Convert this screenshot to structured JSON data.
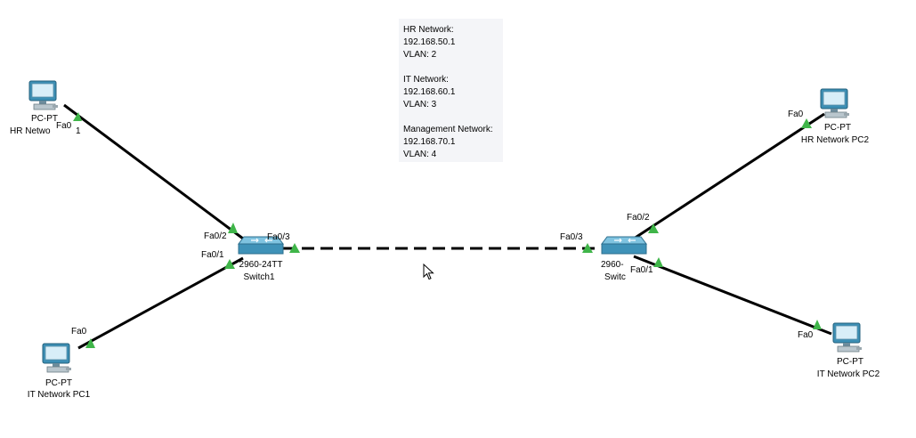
{
  "note": {
    "hr_title": "HR Network:",
    "hr_ip": "192.168.50.1",
    "hr_vlan": "VLAN: 2",
    "it_title": "IT Network:",
    "it_ip": "192.168.60.1",
    "it_vlan": "VLAN: 3",
    "mgmt_title": "Management Network:",
    "mgmt_ip": "192.168.70.1",
    "mgmt_vlan": "VLAN: 4"
  },
  "devices": {
    "hr_pc1": {
      "type": "PC-PT",
      "name": "HR Netwo",
      "name_tail": "1"
    },
    "it_pc1": {
      "type": "PC-PT",
      "name": "IT Network PC1"
    },
    "switch1": {
      "model": "2960-24TT",
      "name": "Switch1"
    },
    "switch2": {
      "model": "2960-",
      "name": "Switc"
    },
    "hr_pc2": {
      "type": "PC-PT",
      "name": "HR Network PC2"
    },
    "it_pc2": {
      "type": "PC-PT",
      "name": "IT Network PC2"
    }
  },
  "ports": {
    "hr_pc1_fa0": "Fa0",
    "it_pc1_fa0": "Fa0",
    "sw1_fa0_2": "Fa0/2",
    "sw1_fa0_1": "Fa0/1",
    "sw1_fa0_3": "Fa0/3",
    "sw2_fa0_3": "Fa0/3",
    "sw2_fa0_2": "Fa0/2",
    "sw2_fa0_1": "Fa0/1",
    "hr_pc2_fa0": "Fa0",
    "it_pc2_fa0": "Fa0"
  },
  "colors": {
    "link": "#000000",
    "link_up": "#3fb549",
    "device": "#4a9ec4"
  }
}
